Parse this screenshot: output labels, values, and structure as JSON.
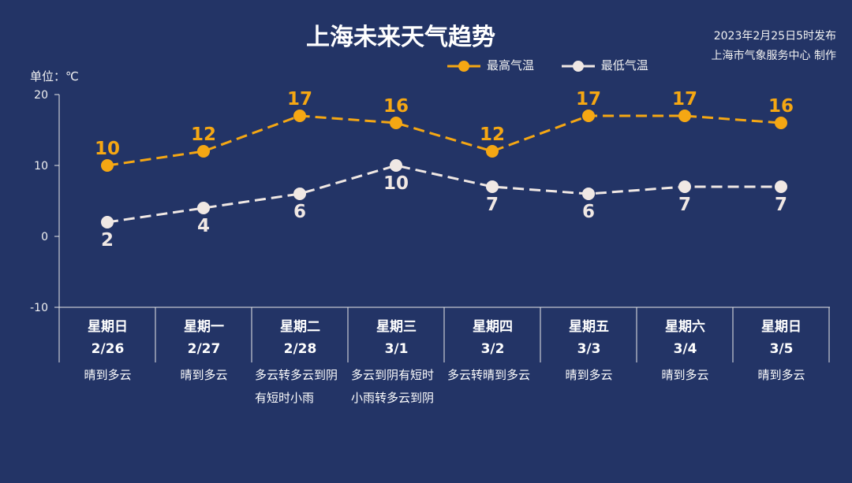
{
  "title": "上海未来天气趋势",
  "publish_time": "2023年2月25日5时发布",
  "publisher": "上海市气象服务中心 制作",
  "unit_label": "单位：℃",
  "colors": {
    "background": "#233466",
    "high": "#f5a713",
    "low": "#f0e8e4",
    "axis": "#e8e8e8"
  },
  "chart_data": {
    "type": "line",
    "ylim": [
      -10,
      20
    ],
    "yticks": [
      "20",
      "10",
      "0",
      "-10"
    ],
    "legend_position": "top-right",
    "categories": [
      "星期日 2/26",
      "星期一 2/27",
      "星期二 2/28",
      "星期三 3/1",
      "星期四 3/2",
      "星期五 3/3",
      "星期六 3/4",
      "星期日 3/5"
    ],
    "series": [
      {
        "name": "最高气温",
        "values": [
          10,
          12,
          17,
          16,
          12,
          17,
          17,
          16
        ]
      },
      {
        "name": "最低气温",
        "values": [
          2,
          4,
          6,
          10,
          7,
          6,
          7,
          7
        ]
      }
    ]
  },
  "days": [
    {
      "weekday": "星期日",
      "date": "2/26",
      "weather": "晴到多云"
    },
    {
      "weekday": "星期一",
      "date": "2/27",
      "weather": "晴到多云"
    },
    {
      "weekday": "星期二",
      "date": "2/28",
      "weather": "多云转多云到阴有短时小雨"
    },
    {
      "weekday": "星期三",
      "date": "3/1",
      "weather": "多云到阴有短时小雨转多云到阴"
    },
    {
      "weekday": "星期四",
      "date": "3/2",
      "weather": "多云转晴到多云"
    },
    {
      "weekday": "星期五",
      "date": "3/3",
      "weather": "晴到多云"
    },
    {
      "weekday": "星期六",
      "date": "3/4",
      "weather": "晴到多云"
    },
    {
      "weekday": "星期日",
      "date": "3/5",
      "weather": "晴到多云"
    }
  ]
}
